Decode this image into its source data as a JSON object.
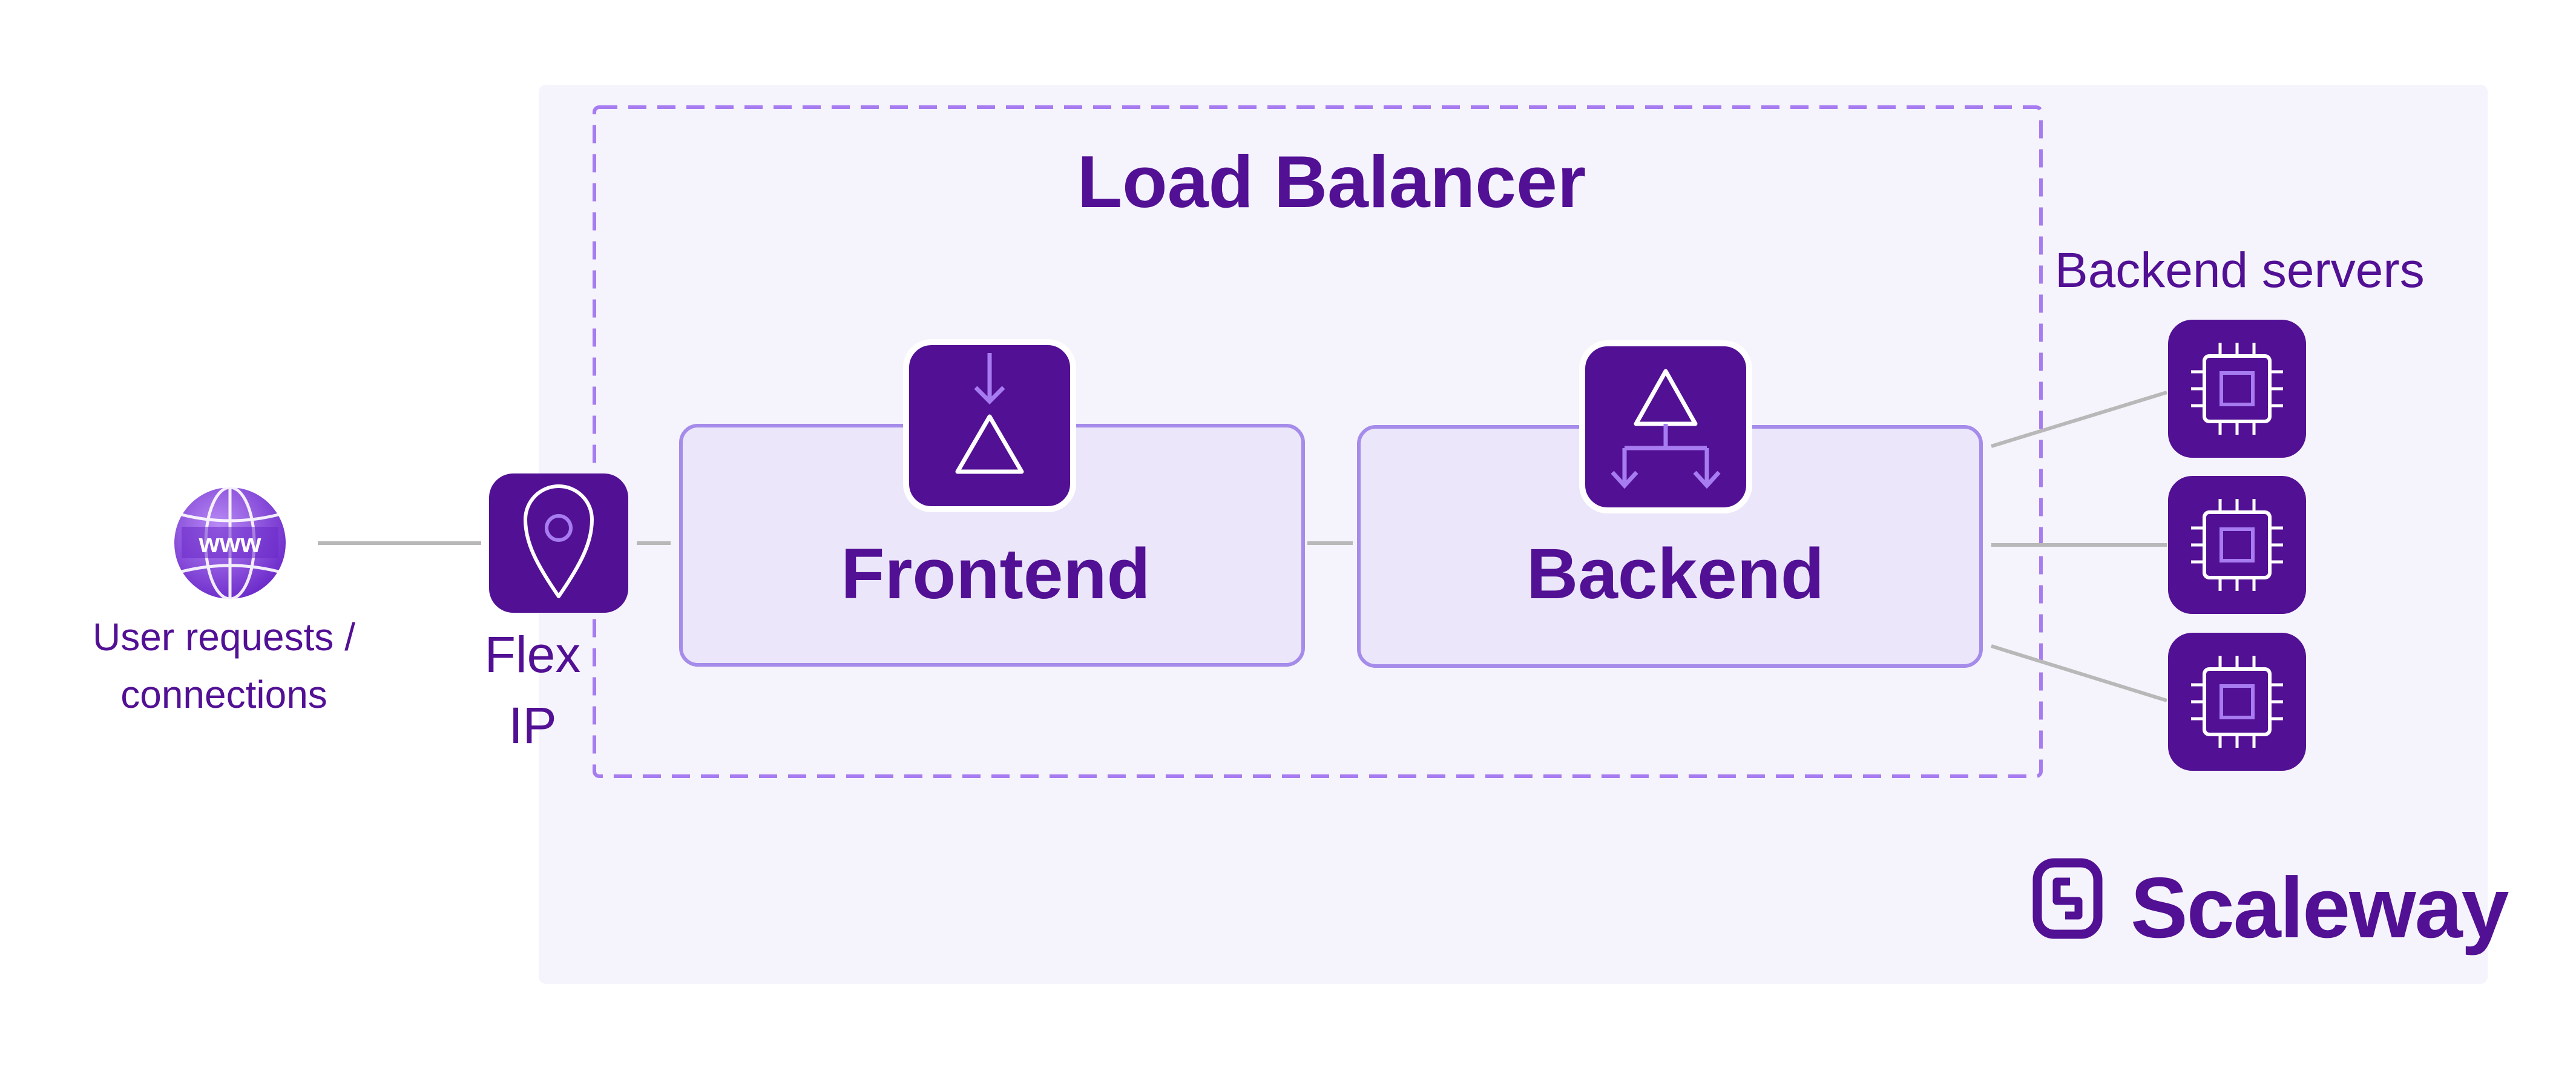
{
  "title": "Load Balancer",
  "user": {
    "label_line1": "User requests /",
    "label_line2": "connections",
    "icon": "globe-www-icon"
  },
  "flex_ip": {
    "label_line1": "Flex",
    "label_line2": "IP",
    "icon": "location-pin-icon"
  },
  "frontend": {
    "label": "Frontend",
    "icon": "arrow-into-triangle-icon"
  },
  "backend": {
    "label": "Backend",
    "icon": "triangle-branching-arrows-icon"
  },
  "servers": {
    "label": "Backend servers",
    "icon": "cpu-chip-icon",
    "count": 3
  },
  "brand": {
    "name": "Scaleway",
    "logo": "scaleway-logo-icon"
  },
  "colors": {
    "primary": "#521094",
    "accent": "#A67CF0",
    "panel_bg": "#F5F3FC",
    "box_fill": "#EBE6FA",
    "box_stroke": "#A58BEA",
    "connector": "#B8B8B8"
  }
}
